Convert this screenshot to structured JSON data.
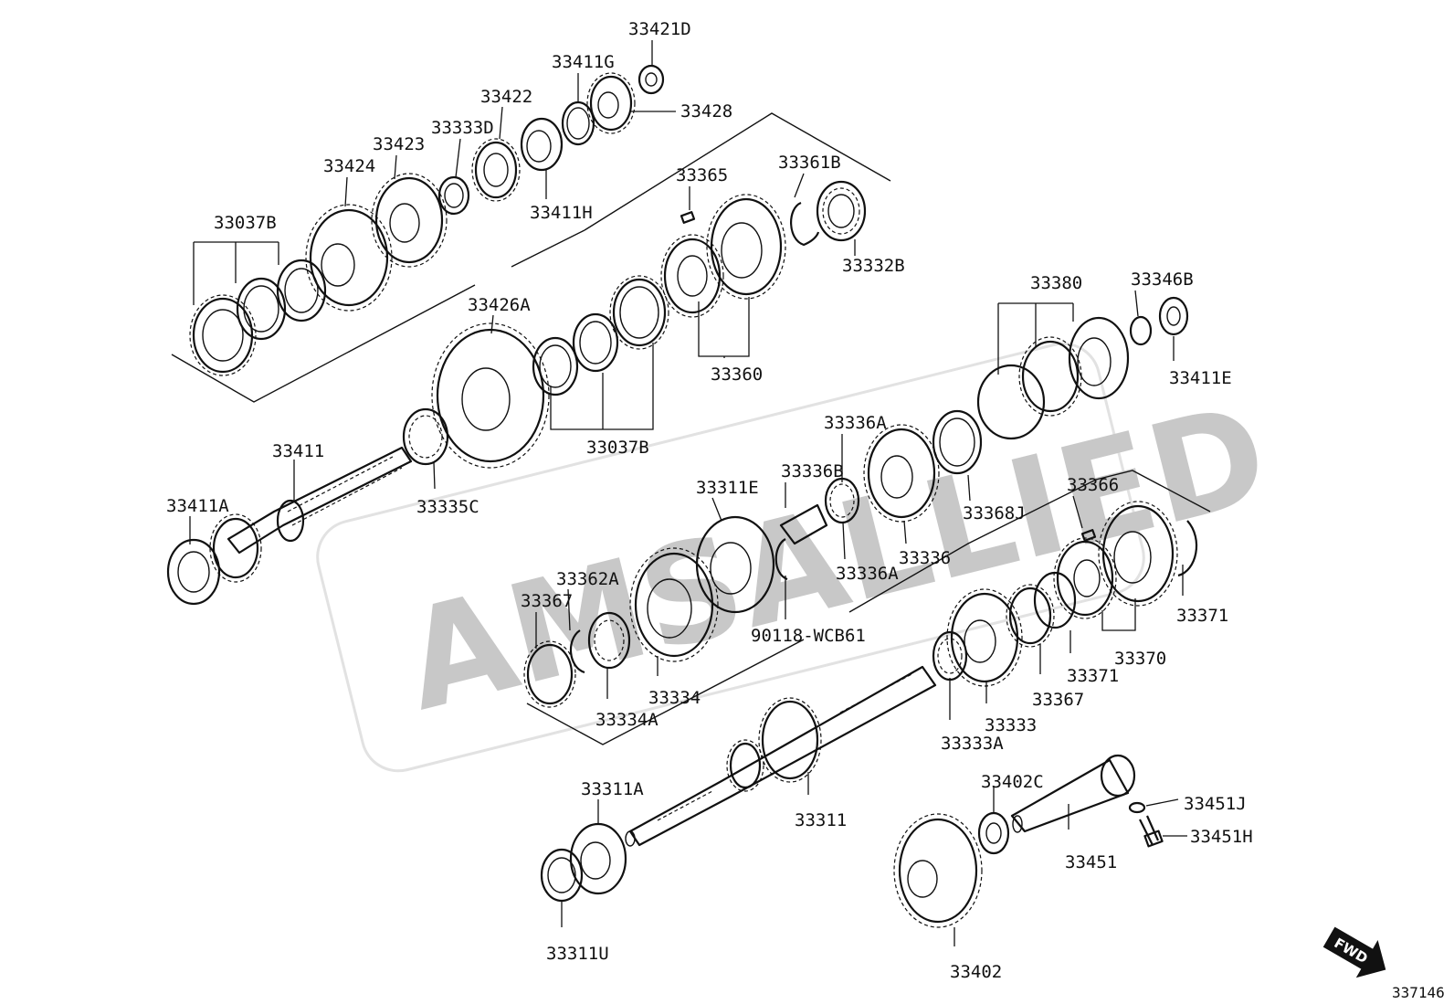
{
  "watermark": "AMSALLIED",
  "sheet_number": "337146",
  "direction": {
    "label": "FWD",
    "icon": "arrow-fwd-icon"
  },
  "labels": {
    "p33421D": "33421D",
    "p33411G": "33411G",
    "p33428": "33428",
    "p33422": "33422",
    "p33333D": "33333D",
    "p33423": "33423",
    "p33424": "33424",
    "p33411H": "33411H",
    "p33037B_a": "33037B",
    "p33365": "33365",
    "p33361B": "33361B",
    "p33332B": "33332B",
    "p33426A": "33426A",
    "p33360": "33360",
    "p33037B_b": "33037B",
    "p33380": "33380",
    "p33346B": "33346B",
    "p33411E": "33411E",
    "p33411": "33411",
    "p33411A": "33411A",
    "p33335C": "33335C",
    "p33336A_a": "33336A",
    "p33336B": "33336B",
    "p33311E": "33311E",
    "p33368J": "33368J",
    "p33366": "33366",
    "p33336": "33336",
    "p33336A_b": "33336A",
    "p33362A": "33362A",
    "p33367_a": "33367",
    "p90118": "90118-WCB61",
    "p33371_a": "33371",
    "p33370": "33370",
    "p33371_b": "33371",
    "p33367_b": "33367",
    "p33334": "33334",
    "p33334A": "33334A",
    "p33333": "33333",
    "p33333A": "33333A",
    "p33311A": "33311A",
    "p33311": "33311",
    "p33402C": "33402C",
    "p33451J": "33451J",
    "p33451H": "33451H",
    "p33451": "33451",
    "p33311U": "33311U",
    "p33402": "33402"
  }
}
